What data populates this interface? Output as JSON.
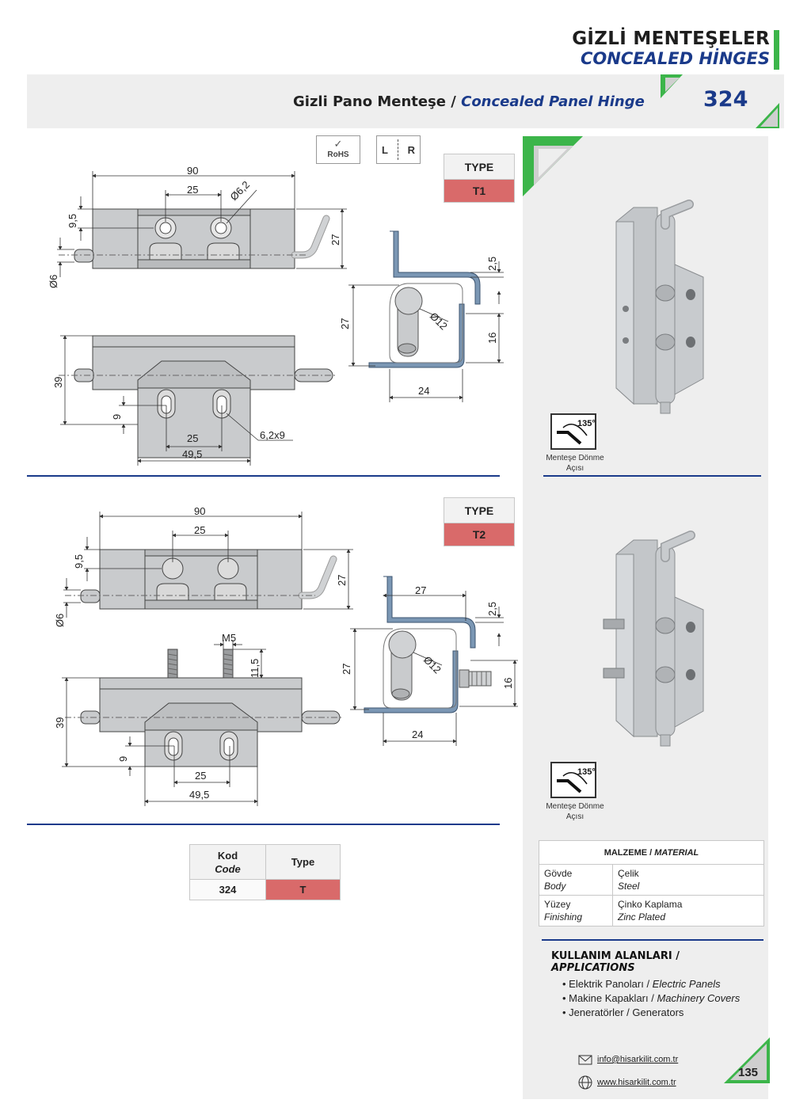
{
  "header": {
    "title_tr": "GİZLİ MENTEŞELER",
    "title_en": "CONCEALED HİNGES",
    "product_tr": "Gizli Pano Menteşe",
    "product_sep": " / ",
    "product_en": "Concealed Panel Hinge",
    "code": "324"
  },
  "badges": {
    "rohs": "RoHS",
    "left": "L",
    "right": "R"
  },
  "type_table_1": {
    "header": "TYPE",
    "value": "T1"
  },
  "type_table_2": {
    "header": "TYPE",
    "value": "T2"
  },
  "drawing_t1": {
    "length": "90",
    "hole_spacing": "25",
    "hole_dia": "Ø6,2",
    "offset": "9,5",
    "height": "27",
    "pin_dia": "Ø6",
    "plate_thk": "2,5",
    "side_height": "27",
    "knuckle_dia": "Ø12",
    "leaf_height": "16",
    "depth": "24",
    "width": "39",
    "slot_offset": "9",
    "slot_spacing": "25",
    "slot_size": "6,2x9",
    "plate_width": "49,5"
  },
  "drawing_t2": {
    "length": "90",
    "hole_spacing": "25",
    "offset": "9,5",
    "height": "27",
    "pin_dia": "Ø6",
    "top_width": "27",
    "plate_thk": "2,5",
    "thread": "M5",
    "stud_len": "11,5",
    "side_height": "27",
    "knuckle_dia": "Ø12",
    "leaf_height": "16",
    "depth": "24",
    "width": "39",
    "slot_offset": "9",
    "slot_spacing": "25",
    "plate_width": "49,5"
  },
  "rotation": {
    "angle": "135°",
    "caption_1": "Menteşe Dönme",
    "caption_2": "Açısı"
  },
  "code_table": {
    "code_h1": "Kod",
    "code_h2": "Code",
    "type_h": "Type",
    "code_val": "324",
    "type_val": "T"
  },
  "material": {
    "header_tr": "MALZEME",
    "header_en": "MATERIAL",
    "rows": [
      {
        "label_tr": "Gövde",
        "label_en": "Body",
        "value_tr": "Çelik",
        "value_en": "Steel"
      },
      {
        "label_tr": "Yüzey",
        "label_en": "Finishing",
        "value_tr": "Çinko Kaplama",
        "value_en": "Zinc Plated"
      }
    ]
  },
  "applications": {
    "header_tr": "KULLANIM ALANLARI",
    "header_en": "APPLICATIONS",
    "items": [
      {
        "tr": "Elektrik Panoları",
        "en": "Electric Panels"
      },
      {
        "tr": "Makine Kapakları",
        "en": "Machinery Covers"
      },
      {
        "tr": "Jeneratörler",
        "en": "Generators"
      }
    ]
  },
  "contact": {
    "email": "info@hisarkilit.com.tr",
    "web": "www.hisarkilit.com.tr"
  },
  "page_number": "135",
  "colors": {
    "accent_blue": "#1a3a8a",
    "accent_green": "#3cb54a",
    "type_red": "#d96a6a",
    "steel_blue": "#6b8aa8"
  }
}
